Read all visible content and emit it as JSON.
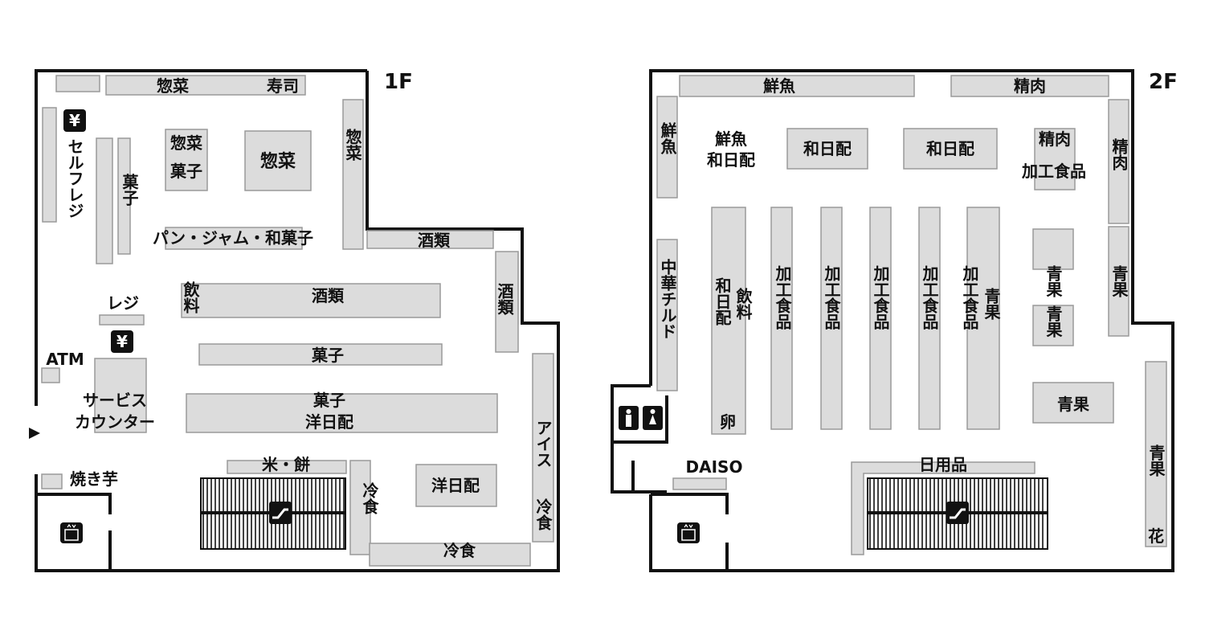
{
  "floors": {
    "f1": {
      "label": "1F",
      "sections": {
        "sozai_top": "惣菜",
        "sushi": "寿司",
        "sozai_island_a": "惣菜",
        "kashi_island_a": "菓子",
        "sozai_island_b": "惣菜",
        "sozai_right": "惣菜",
        "selfregi": "セルフレジ",
        "kashi_left": "菓子",
        "pan": "パン・ジャム・和菓子",
        "shurui_top": "酒類",
        "inryo": "飲料",
        "shurui_mid": "酒類",
        "shurui_right": "酒類",
        "regi": "レジ",
        "atm": "ATM",
        "kashi_mid": "菓子",
        "service": "サービス",
        "counter": "カウンター",
        "kashi_low": "菓子",
        "yonichi_low": "洋日配",
        "kome": "米・餅",
        "yakiimo": "焼き芋",
        "reishoku_a": "冷食",
        "yonichi_box": "洋日配",
        "ice": "アイス",
        "reishoku_right": "冷食",
        "reishoku_bottom": "冷食"
      }
    },
    "f2": {
      "label": "2F",
      "sections": {
        "sengyo_top": "鮮魚",
        "seiniku_top": "精肉",
        "sengyo_left": "鮮魚",
        "sengyo_wabi_1": "鮮魚",
        "sengyo_wabi_2": "和日配",
        "wanichi_a": "和日配",
        "wanichi_b": "和日配",
        "seiniku_island": "精肉",
        "kako_island": "加工食品",
        "seiniku_right": "精肉",
        "chuka": "中華チルド",
        "wanichi_vert": "和日配",
        "inryo": "飲料",
        "kako_1": "加工食品",
        "kako_2": "加工食品",
        "kako_3": "加工食品",
        "kako_4": "加工食品",
        "kako_5": "加工食品",
        "seika_vert": "青果",
        "seika_box_1": "青果",
        "seika_box_2": "青果",
        "seika_box_3": "青果",
        "seika_right": "青果",
        "seika_right_low": "青果",
        "hana": "花",
        "tamago": "卵",
        "daiso": "DAISO",
        "nichiyo": "日用品"
      }
    }
  },
  "icons": {
    "yen": "¥",
    "yen_icon_name": "yen-icon",
    "elevator_icon_name": "elevator-icon",
    "escalator_icon_name": "escalator-icon",
    "restroom_icon_name": "restroom-icon",
    "entrance_icon_name": "entrance-arrow-icon"
  },
  "colors": {
    "fixture_fill": "#dcdcdc",
    "fixture_stroke": "#9a9a9a",
    "wall": "#111111"
  }
}
